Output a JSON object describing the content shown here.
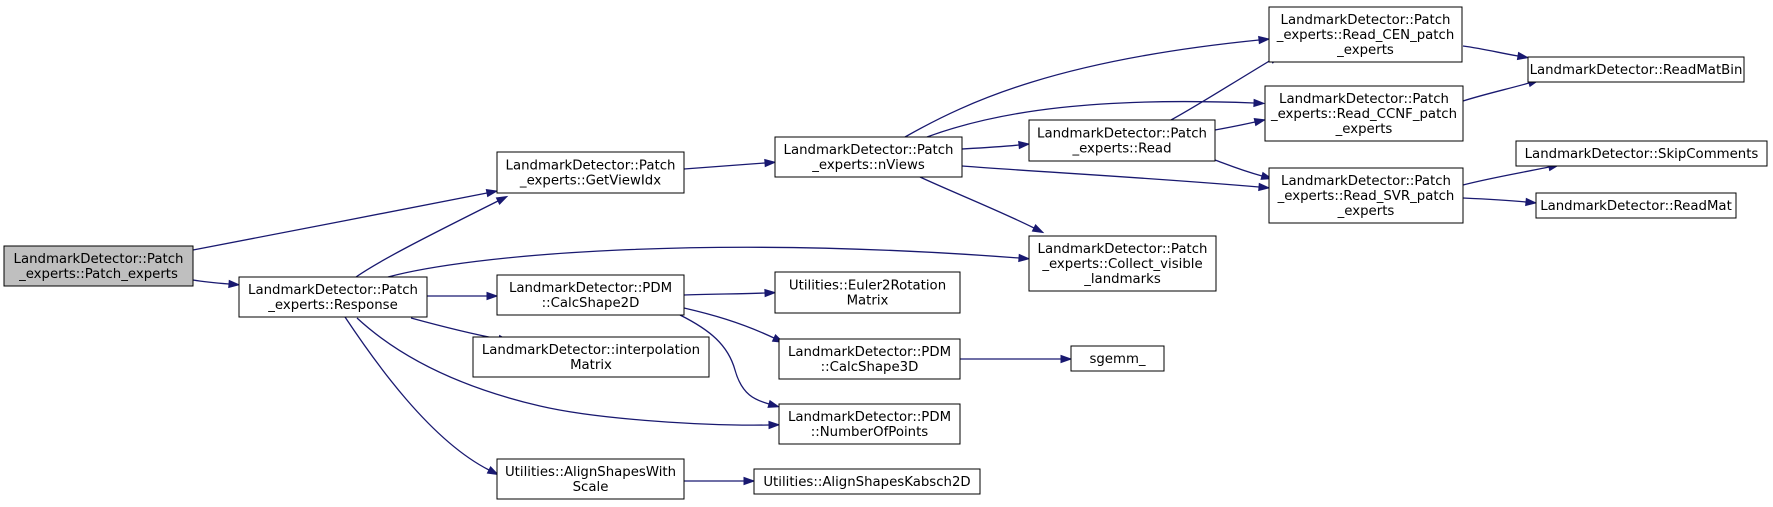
{
  "diagram": {
    "edge_color": "#191970",
    "root_fill": "#bfbfbf",
    "node_fill": "#ffffff",
    "nodes": [
      {
        "id": "patch_experts",
        "lines": [
          "LandmarkDetector::Patch",
          "_experts::Patch_experts"
        ],
        "root": true
      },
      {
        "id": "getviewidx",
        "lines": [
          "LandmarkDetector::Patch",
          "_experts::GetViewIdx"
        ]
      },
      {
        "id": "response",
        "lines": [
          "LandmarkDetector::Patch",
          "_experts::Response"
        ]
      },
      {
        "id": "nviews",
        "lines": [
          "LandmarkDetector::Patch",
          "_experts::nViews"
        ]
      },
      {
        "id": "collect_visible",
        "lines": [
          "LandmarkDetector::Patch",
          "_experts::Collect_visible",
          "_landmarks"
        ]
      },
      {
        "id": "calcshape2d",
        "lines": [
          "LandmarkDetector::PDM",
          "::CalcShape2D"
        ]
      },
      {
        "id": "interpolation",
        "lines": [
          "LandmarkDetector::interpolation",
          "Matrix"
        ]
      },
      {
        "id": "numberofpoints",
        "lines": [
          "LandmarkDetector::PDM",
          "::NumberOfPoints"
        ]
      },
      {
        "id": "alignshapeswithscale",
        "lines": [
          "Utilities::AlignShapesWith",
          "Scale"
        ]
      },
      {
        "id": "read",
        "lines": [
          "LandmarkDetector::Patch",
          "_experts::Read"
        ]
      },
      {
        "id": "read_cen",
        "lines": [
          "LandmarkDetector::Patch",
          "_experts::Read_CEN_patch",
          "_experts"
        ]
      },
      {
        "id": "read_ccnf",
        "lines": [
          "LandmarkDetector::Patch",
          "_experts::Read_CCNF_patch",
          "_experts"
        ]
      },
      {
        "id": "read_svr",
        "lines": [
          "LandmarkDetector::Patch",
          "_experts::Read_SVR_patch",
          "_experts"
        ]
      },
      {
        "id": "euler2rotation",
        "lines": [
          "Utilities::Euler2Rotation",
          "Matrix"
        ]
      },
      {
        "id": "calcshape3d",
        "lines": [
          "LandmarkDetector::PDM",
          "::CalcShape3D"
        ]
      },
      {
        "id": "alignshapeskabsch2d",
        "lines": [
          "Utilities::AlignShapesKabsch2D"
        ]
      },
      {
        "id": "readmatbin",
        "lines": [
          "LandmarkDetector::ReadMatBin"
        ]
      },
      {
        "id": "skipcomments",
        "lines": [
          "LandmarkDetector::SkipComments"
        ]
      },
      {
        "id": "readmat",
        "lines": [
          "LandmarkDetector::ReadMat"
        ]
      },
      {
        "id": "sgemm",
        "lines": [
          "sgemm_"
        ]
      }
    ],
    "edges": [
      {
        "from": "patch_experts",
        "to": "getviewidx"
      },
      {
        "from": "patch_experts",
        "to": "response"
      },
      {
        "from": "getviewidx",
        "to": "nviews"
      },
      {
        "from": "response",
        "to": "getviewidx"
      },
      {
        "from": "response",
        "to": "collect_visible"
      },
      {
        "from": "response",
        "to": "calcshape2d"
      },
      {
        "from": "response",
        "to": "interpolation"
      },
      {
        "from": "response",
        "to": "numberofpoints"
      },
      {
        "from": "response",
        "to": "alignshapeswithscale"
      },
      {
        "from": "nviews",
        "to": "read_cen"
      },
      {
        "from": "nviews",
        "to": "read_ccnf"
      },
      {
        "from": "nviews",
        "to": "read"
      },
      {
        "from": "nviews",
        "to": "read_svr"
      },
      {
        "from": "nviews",
        "to": "collect_visible"
      },
      {
        "from": "read",
        "to": "read_cen"
      },
      {
        "from": "read",
        "to": "read_ccnf"
      },
      {
        "from": "read",
        "to": "read_svr"
      },
      {
        "from": "read_cen",
        "to": "readmatbin"
      },
      {
        "from": "read_ccnf",
        "to": "readmatbin"
      },
      {
        "from": "read_svr",
        "to": "skipcomments"
      },
      {
        "from": "read_svr",
        "to": "readmat"
      },
      {
        "from": "calcshape2d",
        "to": "euler2rotation"
      },
      {
        "from": "calcshape2d",
        "to": "calcshape3d"
      },
      {
        "from": "calcshape2d",
        "to": "numberofpoints"
      },
      {
        "from": "calcshape3d",
        "to": "sgemm"
      },
      {
        "from": "alignshapeswithscale",
        "to": "alignshapeskabsch2d"
      }
    ]
  }
}
